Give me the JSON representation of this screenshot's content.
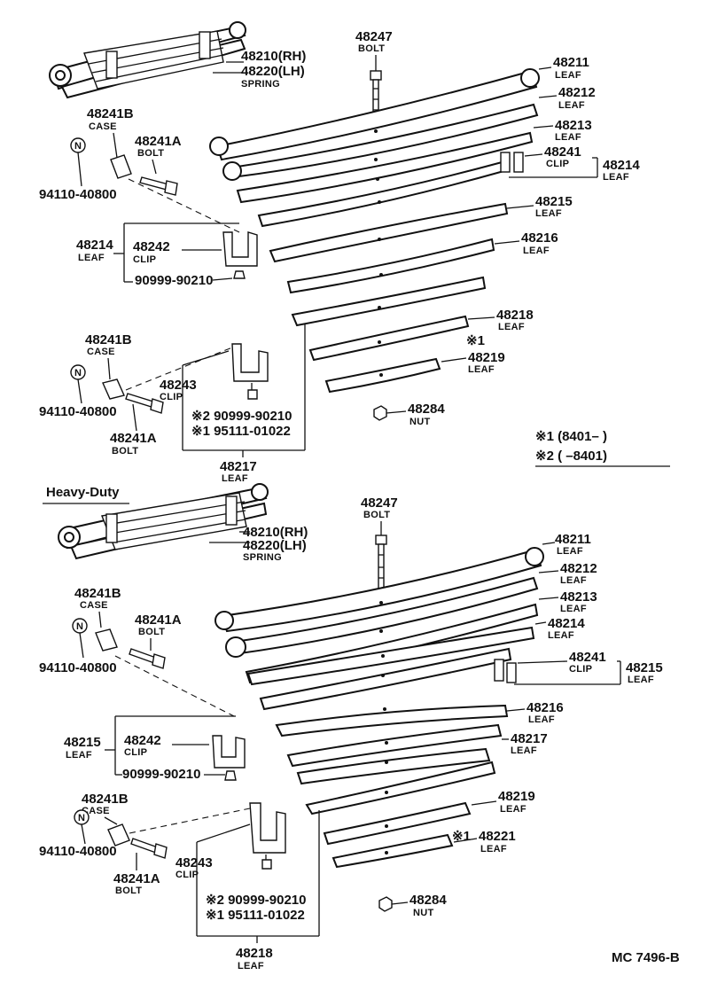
{
  "top": {
    "spring_rh": "48210(RH)",
    "spring_lh": "48220(LH)",
    "spring_label": "SPRING",
    "bolt_top_num": "48247",
    "bolt_top_label": "BOLT",
    "leaf_48211": "48211",
    "leaf_48211_label": "LEAF",
    "leaf_48212": "48212",
    "leaf_48212_label": "LEAF",
    "leaf_48213": "48213",
    "leaf_48213_label": "LEAF",
    "clip_48241": "48241",
    "clip_48241_label": "CLIP",
    "leaf_48214": "48214",
    "leaf_48214_label": "LEAF",
    "leaf_48215": "48215",
    "leaf_48215_label": "LEAF",
    "leaf_48216": "48216",
    "leaf_48216_label": "LEAF",
    "leaf_48218": "48218",
    "leaf_48218_label": "LEAF",
    "mark_1": "※1",
    "leaf_48219": "48219",
    "leaf_48219_label": "LEAF",
    "nut_num": "48284",
    "nut_label": "NUT",
    "case_a_num": "48241B",
    "case_a_label": "CASE",
    "bolt_a_num": "48241A",
    "bolt_a_label": "BOLT",
    "n_mark": "N",
    "pin_a": "94110-40800",
    "left_leaf_num": "48214",
    "left_leaf_label": "LEAF",
    "clip_left_num": "48242",
    "clip_left_label": "CLIP",
    "rivet_left": "90999-90210",
    "case_b_num": "48241B",
    "case_b_label": "CASE",
    "pin_b": "94110-40800",
    "bolt_b_num": "48241A",
    "bolt_b_label": "BOLT",
    "clip_48243": "48243",
    "clip_48243_label": "CLIP",
    "note2": "※2 90999-90210",
    "note1": "※1 95111-01022",
    "leaf_48217": "48217",
    "leaf_48217_label": "LEAF"
  },
  "legend": {
    "line1": "※1 (8401–        )",
    "line2": "※2 (        –8401)"
  },
  "heavy": {
    "title": "Heavy-Duty",
    "spring_rh": "48210(RH)",
    "spring_lh": "48220(LH)",
    "spring_label": "SPRING",
    "bolt_top_num": "48247",
    "bolt_top_label": "BOLT",
    "leaf_48211": "48211",
    "leaf_48211_label": "LEAF",
    "leaf_48212": "48212",
    "leaf_48212_label": "LEAF",
    "leaf_48213": "48213",
    "leaf_48213_label": "LEAF",
    "leaf_48214": "48214",
    "leaf_48214_label": "LEAF",
    "clip_48241": "48241",
    "clip_48241_label": "CLIP",
    "leaf_48215r": "48215",
    "leaf_48215r_label": "LEAF",
    "leaf_48216": "48216",
    "leaf_48216_label": "LEAF",
    "leaf_48217": "48217",
    "leaf_48217_label": "LEAF",
    "leaf_48219": "48219",
    "leaf_48219_label": "LEAF",
    "mark_1": "※1",
    "leaf_48221": "48221",
    "leaf_48221_label": "LEAF",
    "nut_num": "48284",
    "nut_label": "NUT",
    "case_a_num": "48241B",
    "case_a_label": "CASE",
    "bolt_a_num": "48241A",
    "bolt_a_label": "BOLT",
    "n_mark": "N",
    "pin_a": "94110-40800",
    "left_leaf_num": "48215",
    "left_leaf_label": "LEAF",
    "clip_left_num": "48242",
    "clip_left_label": "CLIP",
    "rivet_left": "90999-90210",
    "case_b_num": "48241B",
    "case_b_label": "CASE",
    "pin_b": "94110-40800",
    "bolt_b_num": "48241A",
    "bolt_b_label": "BOLT",
    "clip_48243": "48243",
    "clip_48243_label": "CLIP",
    "note2": "※2 90999-90210",
    "note1": "※1 95111-01022",
    "leaf_48218": "48218",
    "leaf_48218_label": "LEAF"
  },
  "footer": {
    "code": "MC  7496-B"
  }
}
